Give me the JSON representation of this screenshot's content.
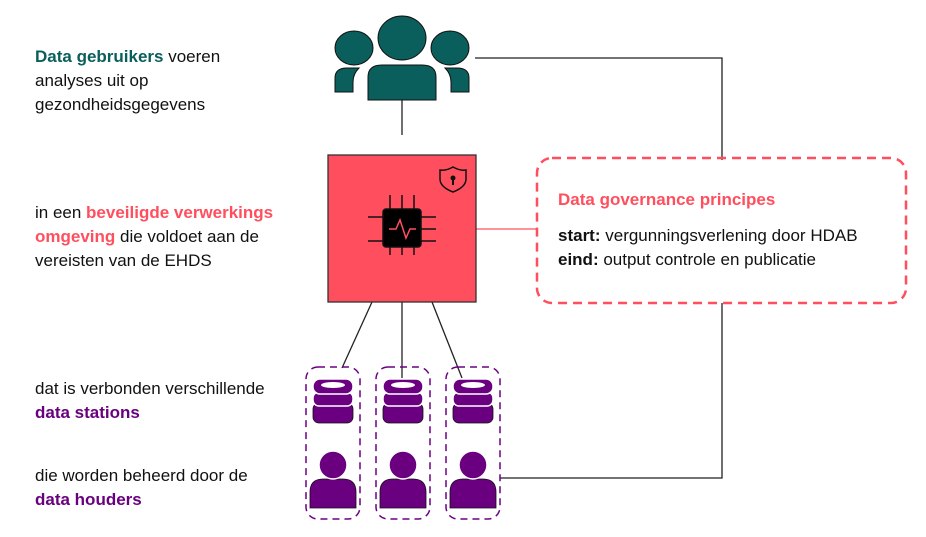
{
  "colors": {
    "users": "#0a5e5b",
    "secure_env": "#ff4f5e",
    "stations": "#6a0080"
  },
  "users_text": {
    "highlight": "Data gebruikers",
    "rest1": " voeren",
    "line2": "analyses uit op",
    "line3": "gezondheidsgegevens"
  },
  "env_text": {
    "line1_pre": "in een ",
    "line1_hl": "beveiligde verwerkings",
    "line2_hl": "omgeving",
    "line2_rest": " die voldoet aan de",
    "line3": "vereisten van de EHDS"
  },
  "stations_text": {
    "line1": "dat is verbonden verschillende",
    "line2_hl": "data stations"
  },
  "holders_text": {
    "line1": "die worden beheerd door de",
    "line2_hl": "data houders"
  },
  "governance": {
    "title": "Data governance principes",
    "start_label": "start:",
    "start_text": " vergunningsverlening door HDAB",
    "end_label": "eind:",
    "end_text": " output controle en publicatie"
  }
}
